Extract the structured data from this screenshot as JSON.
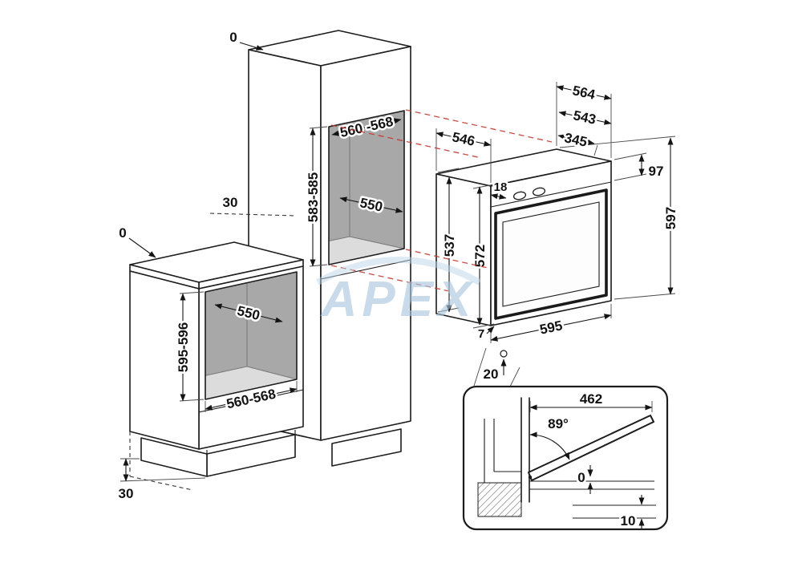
{
  "watermark": {
    "text": "APEX"
  },
  "colors": {
    "line": "#1c1c1c",
    "alignment_red": "#c2392f",
    "niche_shade": "#a8a8a8",
    "niche_floor": "#dcdcdc",
    "watermark_blue": "#a9c6de"
  },
  "labels": {
    "tall": {
      "top_zero": "0",
      "niche_width": "560 -568",
      "niche_height": "583-585",
      "niche_depth": "550",
      "rear_gap": "30"
    },
    "base": {
      "top_zero": "0",
      "niche_depth": "550",
      "niche_height": "595-596",
      "niche_width": "560-568",
      "plinth_height": "30"
    },
    "oven": {
      "depth_total": "564",
      "depth_body": "543",
      "depth_front": "546",
      "rear_clearance": "345",
      "panel_depth": "18",
      "panel_height": "97",
      "height_body": "537",
      "height_front": "572",
      "height_total": "597",
      "width": "595",
      "door_gap": "7",
      "bottom_clearance": "20"
    },
    "detail": {
      "open_depth": "462",
      "open_angle": "89°",
      "flush_gap": "0",
      "lower_gap": "10"
    }
  }
}
